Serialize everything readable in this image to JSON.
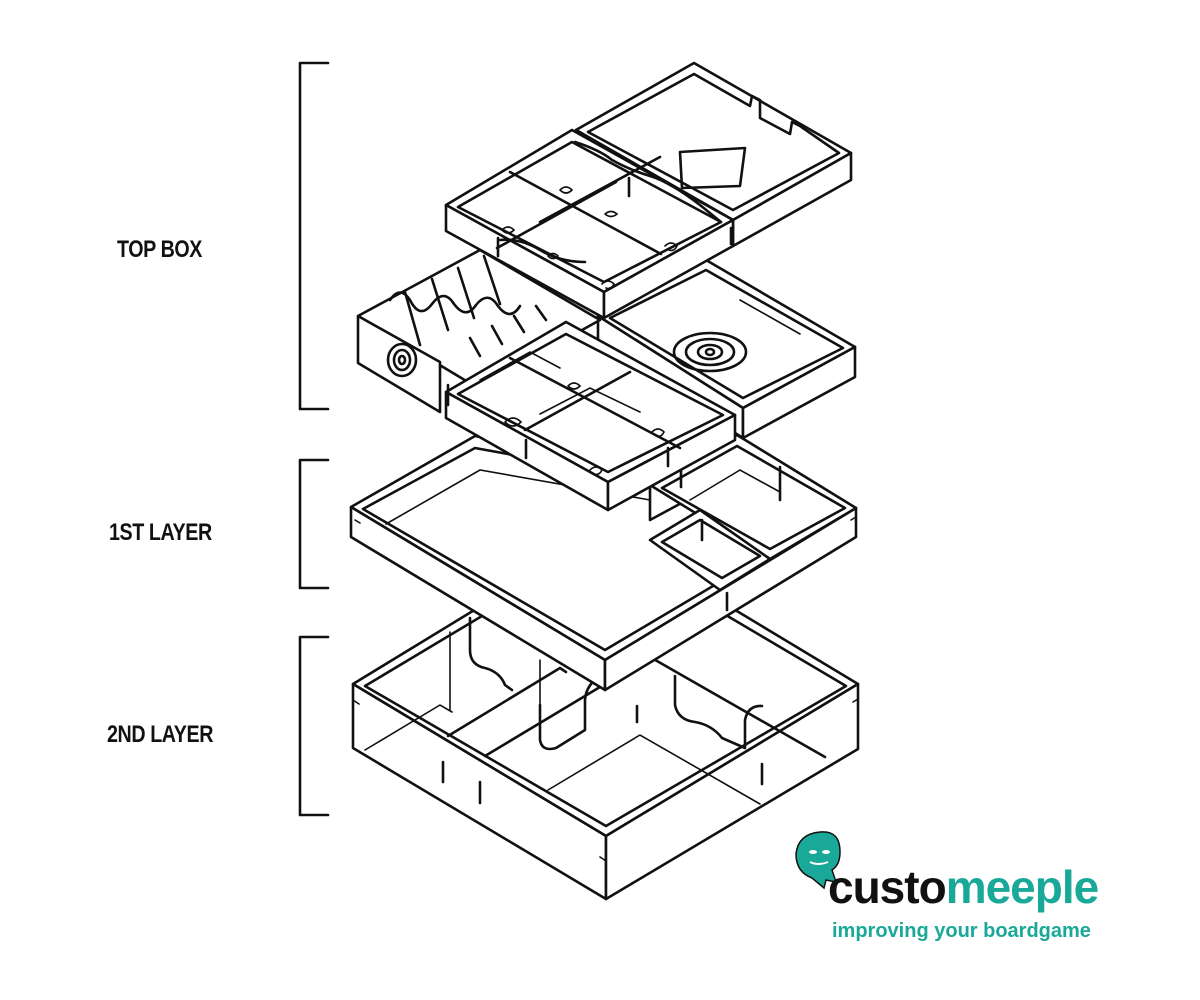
{
  "labels": {
    "top_box": "TOP BOX",
    "first_layer": "1ST LAYER",
    "second_layer": "2ND LAYER"
  },
  "logo": {
    "wordmark_part1": "custo",
    "wordmark_part2": "meeple",
    "tagline": "improving your boardgame",
    "accent_color": "#1aa898",
    "text_color": "#111111",
    "mascot_icon": "meeple-mascot-icon"
  },
  "colors": {
    "line": "#111111",
    "background": "#ffffff"
  }
}
